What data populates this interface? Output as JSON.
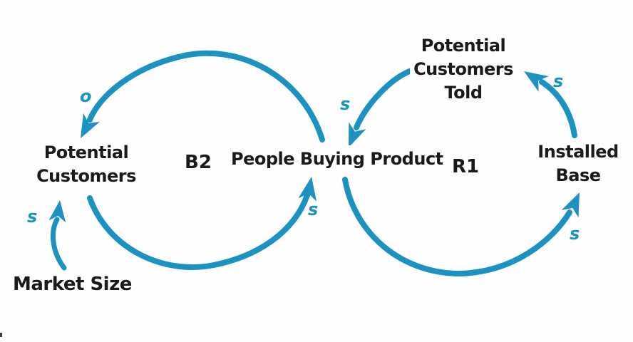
{
  "diagram": {
    "type": "causal-loop-diagram",
    "colors": {
      "arrow": "#1b92bf",
      "text": "#1a1a1a",
      "background": "#fefefe"
    },
    "nodes": {
      "potential_customers": {
        "lines": [
          "Potential",
          "Customers"
        ]
      },
      "people_buying": {
        "lines": [
          "People Buying Product"
        ]
      },
      "potential_customers_told": {
        "lines": [
          "Potential",
          "Customers",
          "Told"
        ]
      },
      "installed_base": {
        "lines": [
          "Installed",
          "Base"
        ]
      },
      "market_size": {
        "lines": [
          "Market Size"
        ]
      }
    },
    "loops": {
      "b2": {
        "label": "B2"
      },
      "r1": {
        "label": "R1"
      }
    },
    "polarities": {
      "people_to_potential": "o",
      "potential_to_people": "s",
      "told_to_people": "s",
      "people_to_installed": "s",
      "installed_to_told": "s",
      "market_to_potential": "s"
    }
  }
}
